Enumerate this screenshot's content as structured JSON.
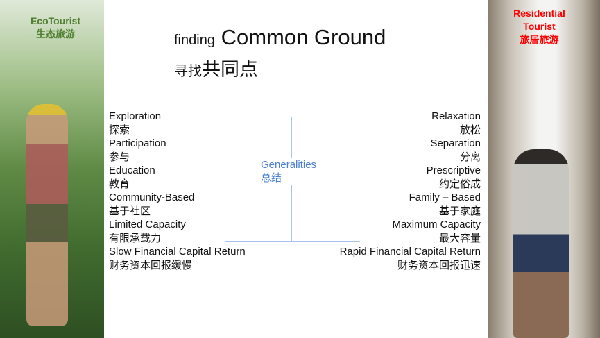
{
  "left_panel": {
    "label_en": "EcoTourist",
    "label_cn": "生态旅游"
  },
  "right_panel": {
    "label_en_1": "Residential",
    "label_en_2": "Tourist",
    "label_cn": "旅居旅游"
  },
  "title": {
    "small": "finding",
    "large": "Common Ground",
    "cn_small": "寻找",
    "cn_large": "共同点"
  },
  "center": {
    "label_en": "Generalities",
    "label_cn": "总结"
  },
  "left_items": [
    {
      "en": "Exploration",
      "cn": "探索"
    },
    {
      "en": "Participation",
      "cn": "参与"
    },
    {
      "en": "Education",
      "cn": "教育"
    },
    {
      "en": "Community-Based",
      "cn": "基于社区"
    },
    {
      "en": "Limited Capacity",
      "cn": "有限承载力"
    },
    {
      "en": "Slow Financial Capital Return",
      "cn": "财务资本回报缓慢"
    }
  ],
  "right_items": [
    {
      "en": "Relaxation",
      "cn": "放松"
    },
    {
      "en": "Separation",
      "cn": "分离"
    },
    {
      "en": "Prescriptive",
      "cn": "约定俗成"
    },
    {
      "en": "Family – Based",
      "cn": "基于家庭"
    },
    {
      "en": "Maximum Capacity",
      "cn": "最大容量"
    },
    {
      "en": "Rapid Financial Capital Return",
      "cn": "财务资本回报迅速"
    }
  ]
}
